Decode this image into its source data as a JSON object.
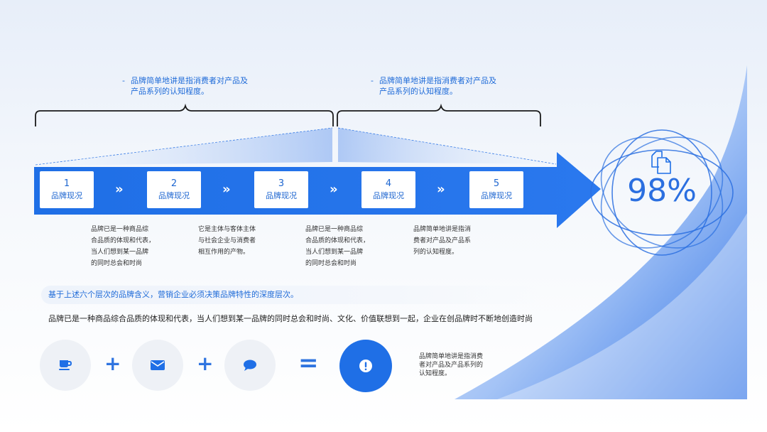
{
  "callouts": [
    {
      "text": "品牌简单地讲是指消费者对产品及产品系列的认知程度。",
      "line1": "品牌简单地讲是指消费者对产品及",
      "line2": "产品系列的认知程度。"
    },
    {
      "text": "品牌简单地讲是指消费者对产品及产品系列的认知程度。",
      "line1": "品牌简单地讲是指消费者对产品及",
      "line2": "产品系列的认知程度。"
    }
  ],
  "steps": [
    {
      "num": "1",
      "label": "品牌现况"
    },
    {
      "num": "2",
      "label": "品牌现况"
    },
    {
      "num": "3",
      "label": "品牌现况"
    },
    {
      "num": "4",
      "label": "品牌现况"
    },
    {
      "num": "5",
      "label": "品牌现况"
    }
  ],
  "chevron": "»",
  "descriptions": [
    {
      "lines": [
        "品牌已是一种商品综",
        "合品质的体现和代表，",
        "当人们想到某一品牌",
        "的同时总会和时尚"
      ]
    },
    {
      "lines": [
        "它是主体与客体主体",
        "与社会企业与消费者",
        "相互作用的产物。"
      ]
    },
    {
      "lines": [
        "品牌已是一种商品综",
        "合品质的体现和代表，",
        "当人们想到某一品牌",
        "的同时总会和时尚"
      ]
    },
    {
      "lines": [
        "品牌简单地讲是指消",
        "费者对产品及产品系",
        "列的认知程度。"
      ]
    }
  ],
  "stat": {
    "value": "98%",
    "icon": "copy-icon"
  },
  "highlight": "基于上述六个层次的品牌含义，营销企业必须决策品牌特性的深度层次。",
  "body": "品牌已是一种商品综合品质的体现和代表，当人们想到某一品牌的同时总会和时尚、文化、价值联想到一起，企业在创品牌时不断地创造时尚",
  "equation": {
    "icons": [
      "coffee-cup-icon",
      "envelope-icon",
      "chat-bubble-icon",
      "exclamation-icon"
    ],
    "plus": "+",
    "equals": "=",
    "note_lines": [
      "品牌简单地讲是指消费",
      "者对产品及产品系列的",
      "认知程度。"
    ]
  },
  "colors": {
    "accent": "#1f6fe6",
    "text_blue": "#1f6bd8",
    "dark_text": "#222222"
  }
}
